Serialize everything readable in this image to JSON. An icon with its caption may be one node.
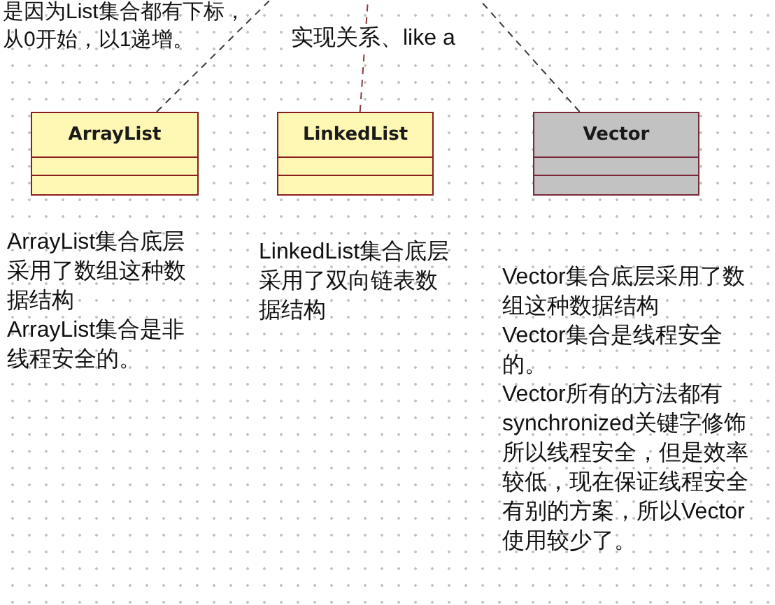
{
  "diagram": {
    "nodes": [
      {
        "text": [
          "ArrayList"
        ],
        "beside": [
          "ArrayList集合底层采用了数组这种数据结构",
          "ArrayList集合是非线程安全的。"
        ]
      },
      {
        "text": [
          "LinkedList"
        ],
        "beside": [
          "LinkedList集合底层采用了双向链表数据结构"
        ]
      },
      {
        "text": [
          "Vector"
        ],
        "beside": [
          "Vector集合底层采用了数组这种数据结构",
          "Vector集合是线程安全的。",
          "Vector所有的方法都有synchronized关键字修饰所以线程安全，但是效率较低，现在保证线程安全有别的方案，所以Vector使用较少了。"
        ]
      }
    ],
    "edges": [
      {
        "from": 0,
        "to": null,
        "arrow": "none",
        "style": "dashed"
      },
      {
        "from": 1,
        "to": null,
        "arrow": "none",
        "style": "dashed",
        "color": "#8b3a3a"
      },
      {
        "from": 2,
        "to": null,
        "arrow": "none",
        "style": "dashed"
      }
    ],
    "labels": [
      "是因为List集合都有下标，从0开始，以1递增。",
      "实现关系、like a"
    ]
  }
}
